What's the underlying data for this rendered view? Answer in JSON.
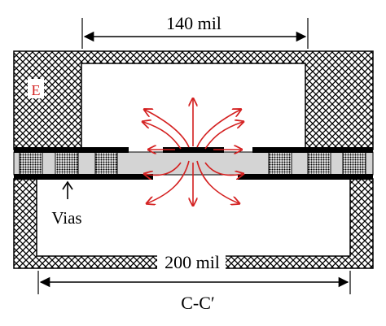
{
  "dimensions": {
    "top_width_label": "140 mil",
    "bottom_width_label": "200 mil"
  },
  "labels": {
    "field": "E",
    "vias": "Vias",
    "section": "C-C′"
  },
  "colors": {
    "field_arrows": "#d42020",
    "field_label": "#d42020",
    "substrate": "#d4d4d4",
    "conductor": "#000000",
    "metal_enclosure": "#ffffff"
  },
  "icons": {
    "vias_pointer": "up-arrow-icon",
    "field_lines": "curved-arrows"
  }
}
